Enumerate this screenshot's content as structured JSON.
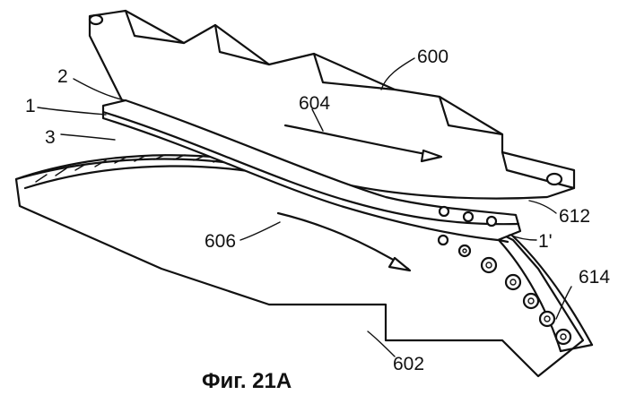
{
  "figure": {
    "caption": "Фиг. 21А",
    "labels": {
      "l600": "600",
      "l604": "604",
      "l612": "612",
      "l606": "606",
      "l1prime": "1'",
      "l614": "614",
      "l602": "602",
      "l1": "1",
      "l2": "2",
      "l3": "3"
    }
  }
}
